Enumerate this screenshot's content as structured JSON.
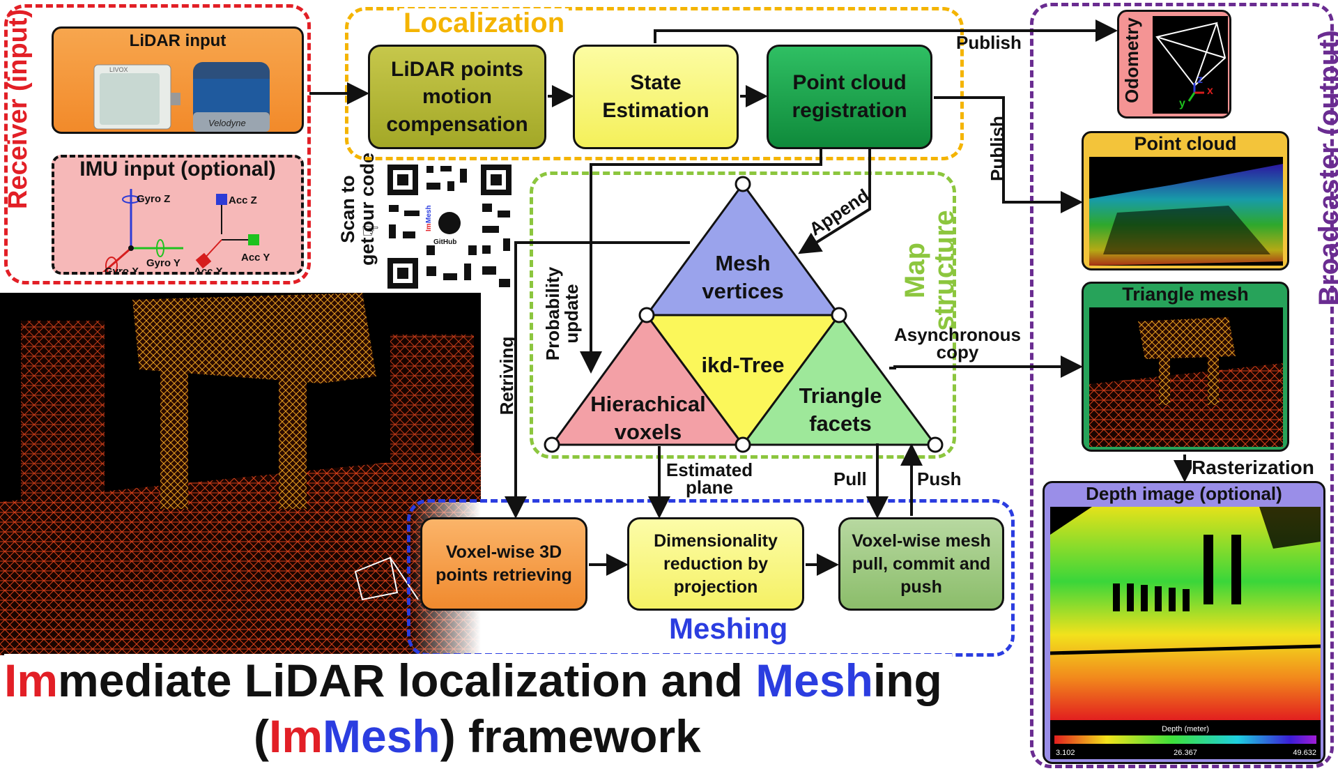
{
  "colors": {
    "receiver": "#e21f26",
    "localization": "#f4b400",
    "map_structure": "#8cc63e",
    "meshing": "#2b3de0",
    "broadcaster": "#6a2c91",
    "im_red": "#e21f26",
    "mesh_blue": "#2b3de0"
  },
  "groups": {
    "receiver": "Receiver (input)",
    "localization": "Localization",
    "map_structure": "Map\nstructure",
    "meshing": "Meshing",
    "broadcaster": "Broadcaster (output)"
  },
  "inputs": {
    "lidar_input": "LiDAR input",
    "livox_label": "LIVOX",
    "velodyne_label": "Velodyne",
    "imu_input": "IMU input (optional)",
    "imu_axes": [
      "Gyro Z",
      "Acc Z",
      "Gyro Y",
      "Acc Y",
      "Gyro X",
      "Acc X"
    ]
  },
  "qr": {
    "scan_text": "Scan to\nget our code",
    "logo_im": "Im",
    "logo_mesh": "Mesh",
    "logo_github": "GitHub"
  },
  "localization": {
    "motion_comp": "LiDAR points\nmotion\ncompensation",
    "state_estimation": "State\nEstimation",
    "registration": "Point cloud\nregistration"
  },
  "map": {
    "mesh_vertices": "Mesh\nvertices",
    "ikd_tree": "ikd-Tree",
    "voxels": "Hierachical\nvoxels",
    "facets": "Triangle\nfacets"
  },
  "meshing": {
    "retrieving": "Voxel-wise 3D\npoints retrieving",
    "projection": "Dimensionality\nreduction by\nprojection",
    "pull_push": "Voxel-wise mesh\npull,  commit and\npush"
  },
  "edges": {
    "publish_top": "Publish",
    "publish_side": "Publish",
    "append": "Append",
    "probability_update": "Probability\nupdate",
    "retriving": "Retriving",
    "async_copy": "Asynchronous\ncopy",
    "estimated_plane": "Estimated\nplane",
    "pull": "Pull",
    "push": "Push",
    "rasterization": "Rasterization"
  },
  "outputs": {
    "odometry": "Odometry",
    "odometry_axes": [
      "z",
      "x",
      "y"
    ],
    "point_cloud": "Point cloud",
    "triangle_mesh": "Triangle mesh",
    "depth_image": "Depth image (optional)",
    "depth_bar_label": "Depth (meter)",
    "depth_ticks": [
      "3.102",
      "26.367",
      "49.632"
    ]
  },
  "title": {
    "line1_a": "Im",
    "line1_b": "mediate LiDAR localization and ",
    "line1_c": "Mesh",
    "line1_d": "ing",
    "line2_a": "(",
    "line2_b": "Im",
    "line2_c": "Mesh",
    "line2_d": ") framework"
  }
}
